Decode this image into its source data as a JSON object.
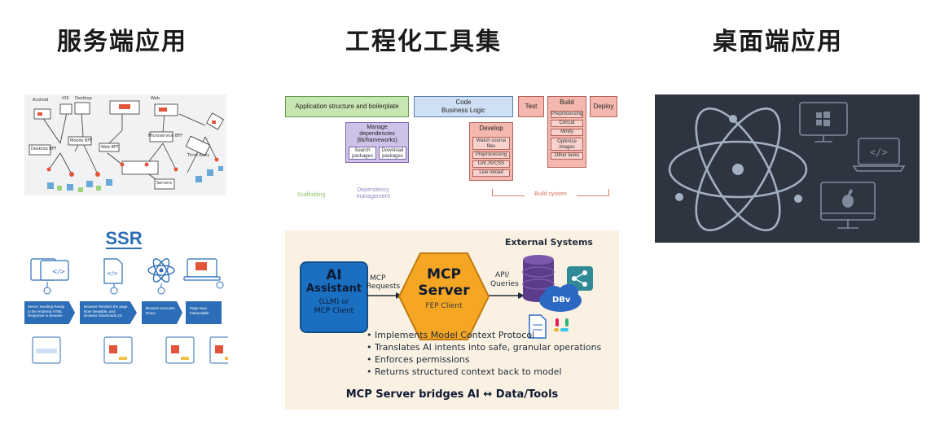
{
  "columns": {
    "server": "服务端应用",
    "tooling": "工程化工具集",
    "desktop": "桌面端应用"
  },
  "ssr": {
    "title": "SSR",
    "steps": [
      "Server Sending Ready to be rendered HTML Response to Browser",
      "Browser Renders the page, Now Viewable, and Browser Downloads JS",
      "Browser executes React",
      "Page Now Interactable"
    ],
    "sketch_labels": [
      "Android",
      "iOS",
      "Desktop",
      "Web",
      "Mobile BFF",
      "Web BFF",
      "Desktop BFF",
      "Third Party",
      "Microservice BFF",
      "Servers"
    ]
  },
  "scaffold": {
    "top": [
      "Application structure and boilerplate",
      "Code\nBusiness Logic",
      "Test",
      "Build",
      "Deploy"
    ],
    "manage": "Manage dependencies (lib/frameworks)",
    "manage_sub": [
      "Search packages",
      "Download packages"
    ],
    "develop": "Develop",
    "develop_items": [
      "Watch source files",
      "Preprocessing",
      "Lint JS/CSS",
      "Live reload"
    ],
    "build_items": [
      "Preprocessing",
      "Concat",
      "Minify",
      "Optimize images",
      "Other tasks"
    ],
    "bottom_labels": [
      "Scaffolding",
      "Dependency management",
      "Build system"
    ]
  },
  "mcp": {
    "external_title": "External Systems",
    "ai_title": "AI",
    "ai_title2": "Assistant",
    "ai_sub1": "(LLM) or",
    "ai_sub2": "MCP Client",
    "mcp_requests1": "MCP",
    "mcp_requests2": "Requests",
    "server_title1": "MCP",
    "server_title2": "Server",
    "server_sub": "FEP Client",
    "api1": "API/",
    "api2": "Queries",
    "db_label": "DBv",
    "bullets": [
      "• Implements Model Context Protocol",
      "• Translates AI intents into safe, granular operations",
      "• Enforces permissions",
      "• Returns structured context back to model"
    ],
    "footer": "MCP Server bridges AI ↔ Data/Tools"
  },
  "electron": {
    "window_icon": "windows-logo-icon",
    "code_icon": "</>",
    "mac_icon": "apple-logo-icon"
  },
  "colors": {
    "sketch_red": "#e2553a",
    "ssr_blue": "#2c6db7",
    "scaffold_green": "#c8e6b2",
    "scaffold_blue": "#cfe0f5",
    "scaffold_purple": "#cfc2e8",
    "scaffold_red": "#f4b8b0",
    "mcp_blue": "#1b6fc0",
    "mcp_orange": "#f5a623",
    "mcp_bg": "#fbf1e2",
    "electron_bg": "#2e3440",
    "electron_line": "#a3b0c2"
  }
}
